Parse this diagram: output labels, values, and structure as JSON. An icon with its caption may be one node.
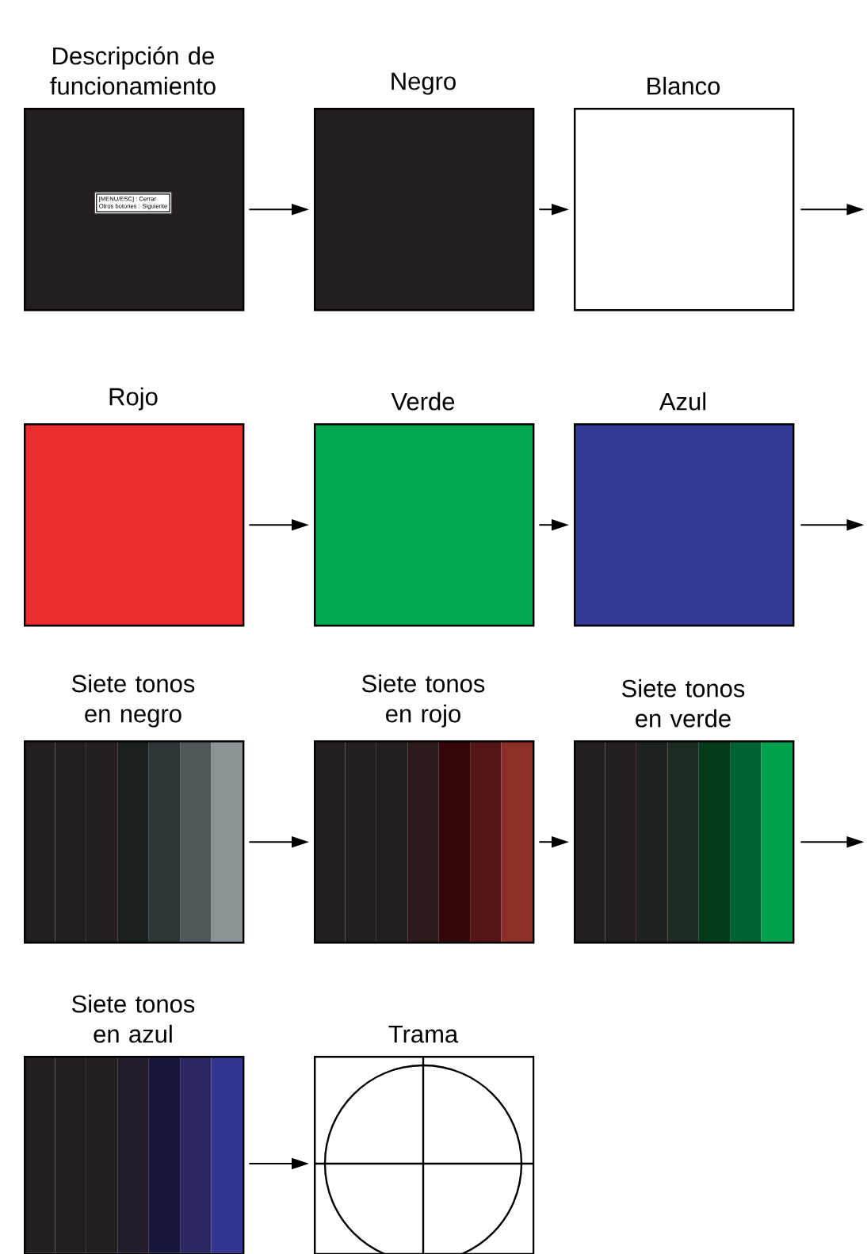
{
  "diagram": {
    "nodes": [
      {
        "text": [
          "Descripción de funcionamiento"
        ]
      },
      {
        "text": [
          "[MENU/ESC] : Cerrar",
          "Otros botones : Siguiente"
        ],
        "in": 0
      },
      {
        "text": [
          "Negro"
        ]
      },
      {
        "text": [
          "Blanco"
        ]
      },
      {
        "text": [
          "Rojo"
        ]
      },
      {
        "text": [
          "Verde"
        ]
      },
      {
        "text": [
          "Azul"
        ]
      },
      {
        "text": [
          "Siete tonos en negro"
        ]
      },
      {
        "text": [
          "Siete tonos en rojo"
        ]
      },
      {
        "text": [
          "Siete tonos en verde"
        ]
      },
      {
        "text": [
          "Siete tonos en azul"
        ]
      },
      {
        "text": [
          "Trama"
        ]
      }
    ],
    "edges": [
      {
        "from": 0,
        "to": 2,
        "arrow": "to"
      },
      {
        "from": 2,
        "to": 3,
        "arrow": "to"
      },
      {
        "from": 3,
        "to": null,
        "arrow": "to"
      },
      {
        "from": 4,
        "to": 5,
        "arrow": "to"
      },
      {
        "from": 5,
        "to": 6,
        "arrow": "to"
      },
      {
        "from": 6,
        "to": null,
        "arrow": "to"
      },
      {
        "from": 7,
        "to": 8,
        "arrow": "to"
      },
      {
        "from": 8,
        "to": 9,
        "arrow": "to"
      },
      {
        "from": 9,
        "to": null,
        "arrow": "to"
      },
      {
        "from": 10,
        "to": 11,
        "arrow": "to"
      }
    ]
  }
}
